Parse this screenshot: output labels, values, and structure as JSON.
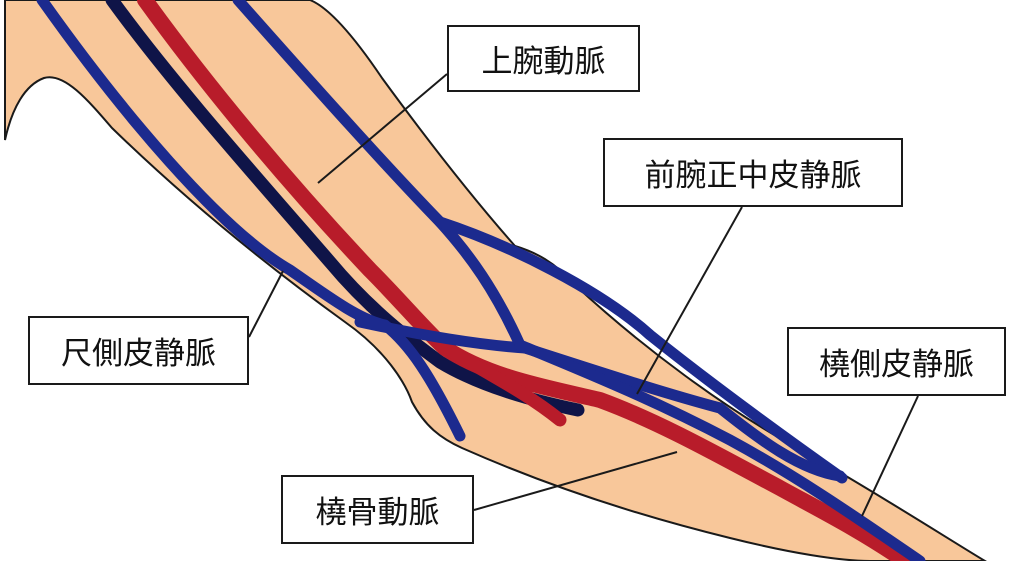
{
  "labels": {
    "brachial_artery": "上腕動脈",
    "median_antebrachial_vein": "前腕正中皮静脈",
    "basilic_vein": "尺側皮静脈",
    "cephalic_vein": "橈側皮静脈",
    "radial_artery": "橈骨動脈"
  },
  "colors": {
    "skin": "#f8c79a",
    "outline": "#1a1a1a",
    "vein": "#1c2a8e",
    "deep_vein": "#0f1448",
    "artery": "#b81c2a",
    "background": "#ffffff"
  }
}
